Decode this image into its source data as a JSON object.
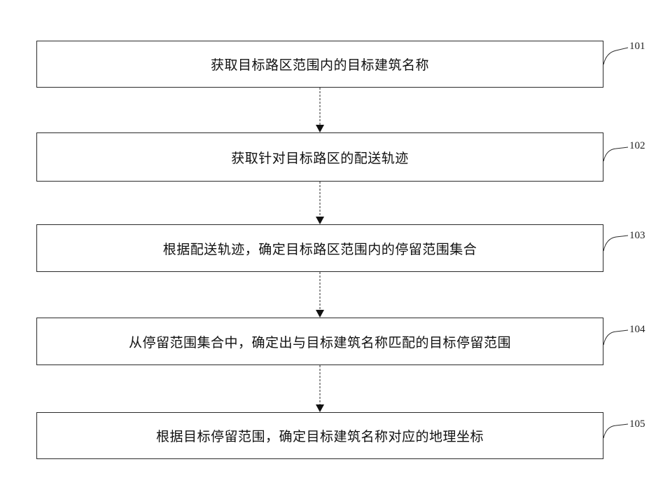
{
  "flowchart": {
    "steps": [
      {
        "number": "101",
        "text": "获取目标路区范围内的目标建筑名称"
      },
      {
        "number": "102",
        "text": "获取针对目标路区的配送轨迹"
      },
      {
        "number": "103",
        "text": "根据配送轨迹，确定目标路区范围内的停留范围集合"
      },
      {
        "number": "104",
        "text": "从停留范围集合中，确定出与目标建筑名称匹配的目标停留范围"
      },
      {
        "number": "105",
        "text": "根据目标停留范围，确定目标建筑名称对应的地理坐标"
      }
    ],
    "colors": {
      "stroke": "#2b2b2b",
      "background": "#ffffff",
      "text": "#111111"
    }
  }
}
